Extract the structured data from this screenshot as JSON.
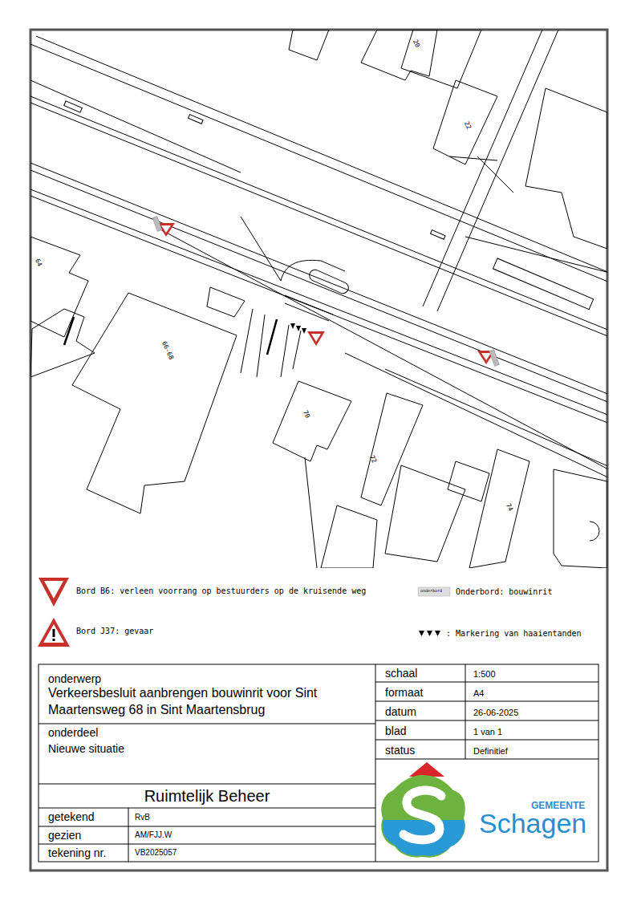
{
  "diagram": {
    "title": "Verkeersbesluit aanbrengen bouwinrit voor Sint Maartensweg 68 in Sint Maartensbrug",
    "labels": [
      "20",
      "22",
      "64",
      "66-68",
      "70",
      "72",
      "74",
      "onderbord",
      "onderwerp",
      "onderdeel",
      "Nieuwe situatie",
      "Ruimtelijk Beheer",
      "getekend",
      "RvB",
      "gezien",
      "AM/FJJ.W",
      "tekening nr.",
      "VB2025057",
      "schaal",
      "1:500",
      "formaat",
      "A4",
      "datum",
      "26-06-2025",
      "blad",
      "1 van 1",
      "status",
      "Definitief",
      "GEMEENTE",
      "Schagen"
    ],
    "legend": [
      {
        "text": "Bord B6: verleen voorrang op bestuurders op de kruisende weg"
      },
      {
        "text": "Bord J37: gevaar"
      },
      {
        "text": "Onderbord: bouwinrit"
      },
      {
        "text": ": Markering van haaientanden"
      }
    ]
  }
}
